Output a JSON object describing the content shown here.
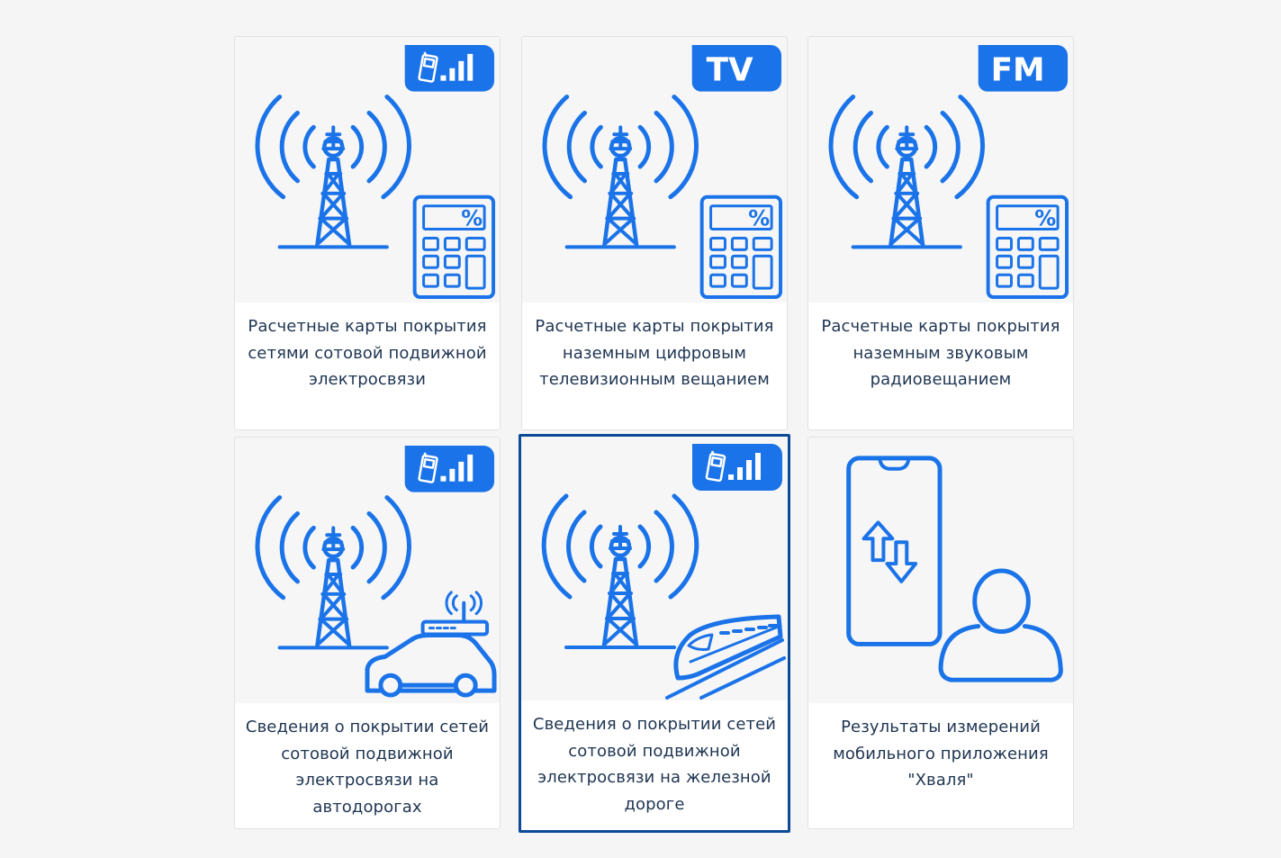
{
  "colors": {
    "accent": "#1a73e8",
    "selected_border": "#0b4b98",
    "text": "#1f3552",
    "card_bg": "#ffffff",
    "illustration_bg": "#f6f6f6",
    "page_bg": "#f5f5f5"
  },
  "cards": [
    {
      "title": "Расчетные карты покрытия сетями сотовой подвижной электросвязи",
      "badge": "mobile-signal-icon",
      "extra_icon": "calculator-icon",
      "selected": false
    },
    {
      "title": "Расчетные карты покрытия наземным цифровым телевизионным вещанием",
      "badge": "TV",
      "extra_icon": "calculator-icon",
      "selected": false
    },
    {
      "title": "Расчетные карты покрытия наземным звуковым радиовещанием",
      "badge": "FM",
      "extra_icon": "calculator-icon",
      "selected": false
    },
    {
      "title": "Сведения о покрытии сетей сотовой подвижной электросвязи на автодорогах",
      "badge": "mobile-signal-icon",
      "extra_icon": "car-with-router-icon",
      "selected": false
    },
    {
      "title": "Сведения о покрытии сетей сотовой подвижной электросвязи на железной дороге",
      "badge": "mobile-signal-icon",
      "extra_icon": "train-icon",
      "selected": true
    },
    {
      "title": "Результаты измерений мобильного приложения \"Хваля\"",
      "badge": "",
      "extra_icon": "phone-user-icon",
      "selected": false
    }
  ]
}
